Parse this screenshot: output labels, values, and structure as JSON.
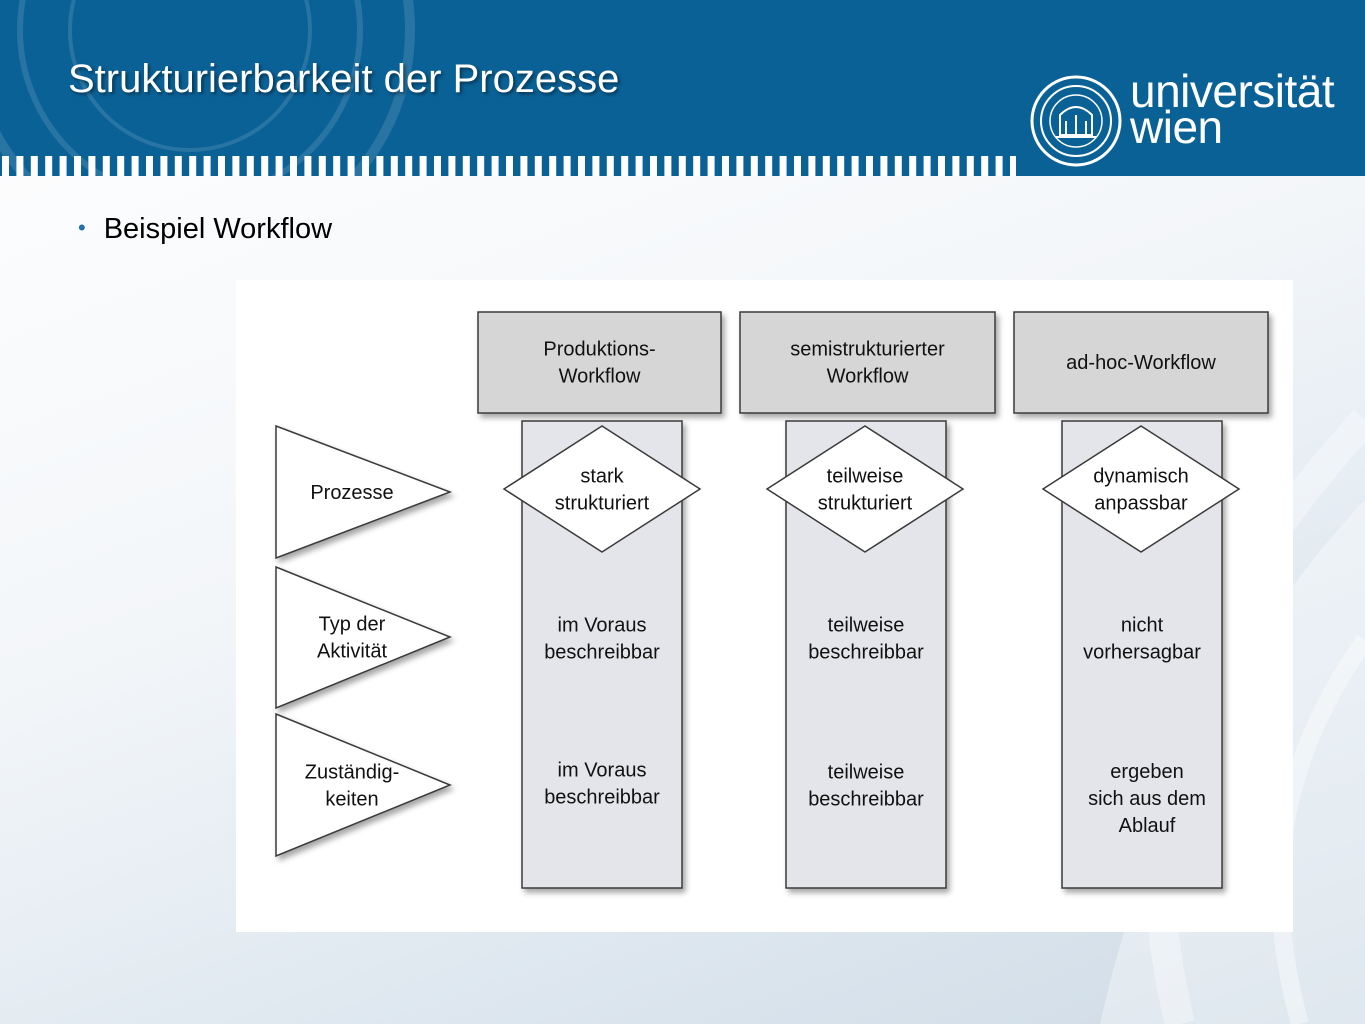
{
  "slide": {
    "title": "Strukturierbarkeit der Prozesse",
    "bullet": "Beispiel Workflow"
  },
  "logo": {
    "line1": "universität",
    "line2": "wien"
  },
  "diagram": {
    "columns": [
      {
        "header": [
          "Produktions-",
          "Workflow"
        ],
        "diamond": [
          "stark",
          "strukturiert"
        ],
        "activity": [
          "im Voraus",
          "beschreibbar"
        ],
        "responsibility": [
          "im Voraus",
          "beschreibbar"
        ]
      },
      {
        "header": [
          "semistrukturierter",
          "Workflow"
        ],
        "diamond": [
          "teilweise",
          "strukturiert"
        ],
        "activity": [
          "teilweise",
          "beschreibbar"
        ],
        "responsibility": [
          "teilweise",
          "beschreibbar"
        ]
      },
      {
        "header": [
          "ad-hoc-Workflow"
        ],
        "diamond": [
          "dynamisch",
          "anpassbar"
        ],
        "activity": [
          "nicht",
          "vorhersagbar"
        ],
        "responsibility": [
          "ergeben",
          "sich aus dem",
          "Ablauf"
        ]
      }
    ],
    "rows": [
      {
        "label": [
          "Prozesse"
        ]
      },
      {
        "label": [
          "Typ der",
          "Aktivität"
        ]
      },
      {
        "label": [
          "Zuständig-",
          "keiten"
        ]
      }
    ]
  },
  "colors": {
    "header_blue": "#0a6196",
    "header_box": "#d6d6d6",
    "column_fill": "#e4e5ea",
    "bullet": "#2470b3"
  }
}
